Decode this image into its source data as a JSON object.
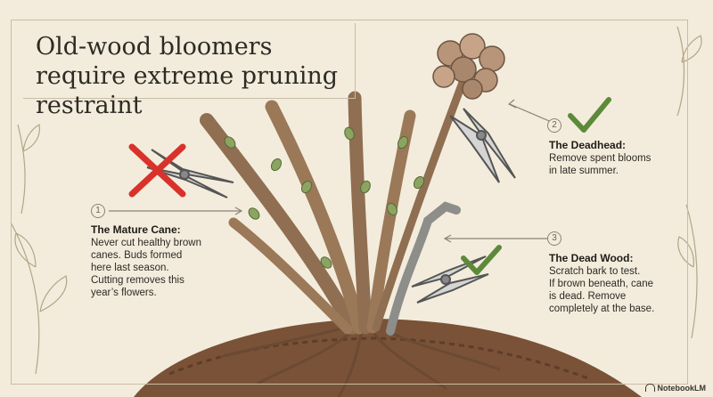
{
  "title": "Old-wood bloomers require extreme pruning restraint",
  "labels": [
    {
      "number": "1",
      "heading": "The Mature Cane:",
      "body": "Never cut healthy brown\ncanes. Buds formed\nhere last season.\nCutting removes this\nyear’s flowers."
    },
    {
      "number": "2",
      "heading": "The Deadhead:",
      "body": "Remove spent blooms\nin late summer."
    },
    {
      "number": "3",
      "heading": "The Dead Wood:",
      "body": "Scratch bark to test.\nIf brown beneath, cane\nis dead. Remove\ncompletely at the base."
    }
  ],
  "brand": "NotebookLM",
  "colors": {
    "bark": "#8f6e51",
    "soil": "#7a5238",
    "check": "#5d8a3a",
    "cross": "#d9322b",
    "bloom": "#b89478",
    "paper": "#f3ecdc"
  }
}
